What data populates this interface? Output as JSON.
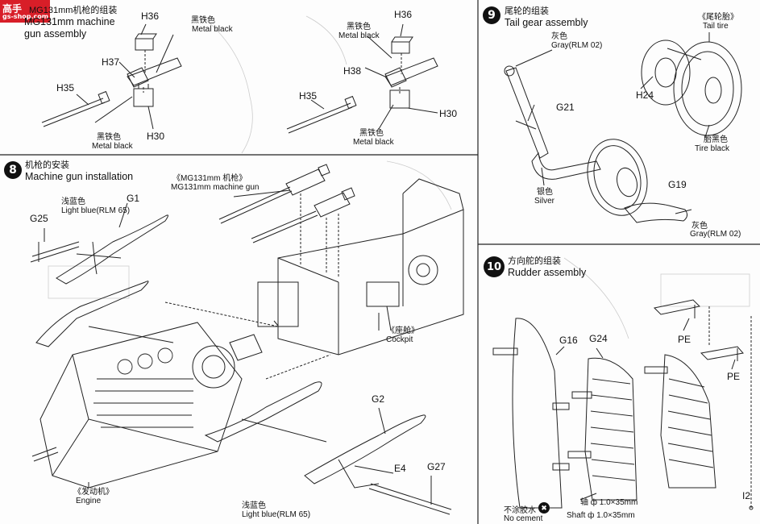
{
  "logo": {
    "line1": "高手",
    "line2": "gs-shop.com"
  },
  "step7": {
    "title_zh": "MG131mm机枪的组装",
    "title_en_1": "MG131mm machine",
    "title_en_2": "gun assembly",
    "parts": {
      "h36a": "H36",
      "h36b": "H36",
      "h37": "H37",
      "h38": "H38",
      "h35a": "H35",
      "h35b": "H35",
      "h30a": "H30",
      "h30b": "H30"
    },
    "color_labels": {
      "metal_black_zh": "黑铁色",
      "metal_black_en": "Metal black"
    }
  },
  "step8": {
    "number": "8",
    "title_zh": "机枪的安装",
    "title_en": "Machine gun installation",
    "mg_caption_zh": "《MG131mm 机枪》",
    "mg_caption_en": "MG131mm machine gun",
    "light_blue_zh": "浅蓝色",
    "light_blue_en": "Light blue(RLM 65)",
    "parts": {
      "g1": "G1",
      "g25": "G25",
      "g2": "G2",
      "e4": "E4",
      "g27": "G27"
    },
    "cockpit_zh": "《座舱》",
    "cockpit_en": "Cockpit",
    "engine_zh": "《发动机》",
    "engine_en": "Engine"
  },
  "step9": {
    "number": "9",
    "title_zh": "尾轮的组装",
    "title_en": "Tail gear assembly",
    "gray_zh": "灰色",
    "gray_en": "Gray(RLM 02)",
    "tail_tire_zh": "《尾轮胎》",
    "tail_tire_en": "Tail tire",
    "parts": {
      "g21": "G21",
      "h24": "H24",
      "g19": "G19"
    },
    "tire_black_zh": "胎黑色",
    "tire_black_en": "Tire black",
    "silver_zh": "银色",
    "silver_en": "Silver"
  },
  "step10": {
    "number": "10",
    "title_zh": "方向舵的组装",
    "title_en": "Rudder assembly",
    "parts": {
      "g16": "G16",
      "g24": "G24",
      "pe1": "PE",
      "pe2": "PE",
      "i2": "I2"
    },
    "no_cement_zh": "不涂胶水",
    "no_cement_en": "No cement",
    "shaft_zh": "轴 ф 1.0×35mm",
    "shaft_en": "Shaft ф 1.0×35mm"
  }
}
